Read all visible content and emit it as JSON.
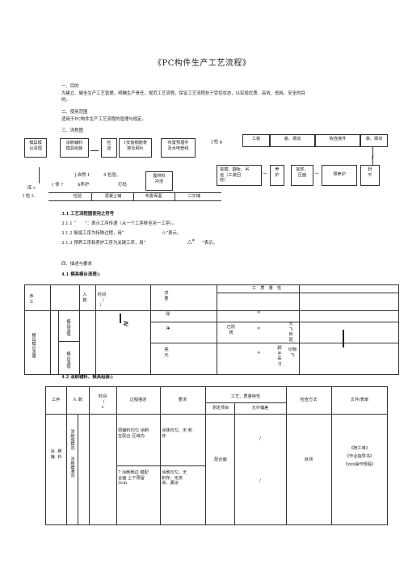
{
  "title": "《PC构件生产工艺流程》",
  "sec1": {
    "heading": "一、目的",
    "body_l1": "为建立、健全生产工艺管理，明确生产责任，规范工艺流程，保证工艺流程处于受控状态，以实现优质、高效、低耗、安全的目",
    "body_l2": "的。"
  },
  "sec2": {
    "heading": "二、使用范围",
    "body": "适用于PC构件生产工艺流程的管理与规定。"
  },
  "sec3": {
    "heading": "三、流程图",
    "row1": [
      "模具模\n台清理",
      "涂刷辅料\n模具组装",
      "检\n验",
      "1安装钢筋骨\n架及网片",
      "布置预埋件\n及水电管线"
    ],
    "row1_right_label": "] 检 p",
    "row1_right": [
      "工装",
      "装、振动",
      "板连接件",
      "装、振动"
    ],
    "row1_right_mark": "f",
    "row2_right": [
      "拔模、翻板、吊\n运（工装回\n收）",
      "养\n护",
      "拔浆、\n压面",
      "预养护",
      "赶\n平"
    ],
    "row2_left": {
      "zm": "] 自然 I",
      "jy": "4 检验、",
      "hx": "r 修 ?",
      "ym": "$养护",
      "dk": "打码",
      "fx": "露骨料\n冲洗",
      "zz": "库 r",
      "jl": "I 检 L"
    },
    "row3": [
      "检验",
      "混凝土铺",
      "布置保温",
      "二次铺"
    ]
  },
  "symbols": {
    "s31": "3.1 工艺流程图使用之符号",
    "s311": "3.1.1 “　　”：表示工序传递（从一个工序移至另一工序）。",
    "s312a": "3.1.2 振捣工序为特殊过程，用“",
    "s312b": "☆”表示。",
    "s313a": "3.1.3 预养工序和养护工序为关键工序，用“",
    "s313b": "”表示。"
  },
  "sec4": {
    "heading": "四、描述与要求",
    "s41": "4.1 模具模台清理◎",
    "t1": {
      "col_process": "序\n工",
      "col_people": "人\n数",
      "col_time": "时间\n（\n）\n",
      "col_req": "求\n要",
      "col_quality": "工　质　量　性",
      "row_label": "模具模台清理",
      "row_sub1": "模具清理",
      "row_sub2": "模台清理",
      "c_xu": "除",
      "c_jing": "净",
      "c_guang": "亮\n光",
      "c_mid": "已防\n锈",
      "c_right1": "无\n飞\n目\n斑",
      "c_right2": "脚\n手\n采\n习",
      "c_right3": "切物\n飞"
    },
    "s42": "4.2 涂刷辅料、模具组装◎",
    "t2": {
      "h_process": "工序",
      "h_people": "人 数",
      "h_time": "时间\n（\ns",
      "h_desc": "过程描述",
      "h_req": "要求",
      "h_quality": "工艺、质量特性",
      "h_item": "测定项目",
      "h_allow": "允许偏差",
      "h_method": "检查方法",
      "h_doc": "文件/表单",
      "proc": "涂 刷\n辅 料",
      "sub1": "涂刷脱模剂",
      "sub2": "涂刷缓凝剂",
      "d1": "把辅料均匀 涂刷\n在配合 区域内",
      "r1": "涂抹均匀、无 积\n存",
      "d2": "7 涂刷刷边 模配\n合面 上下预留\n3cm",
      "r2": "涂刷均匀、无\n积存、无流\n淌、漏涂",
      "item": "配合面",
      "allow1": "/",
      "allow2": "/",
      "method": "目测",
      "doc": "《随工单》\n《作业指导书》\n《xxx操作规程》"
    }
  }
}
